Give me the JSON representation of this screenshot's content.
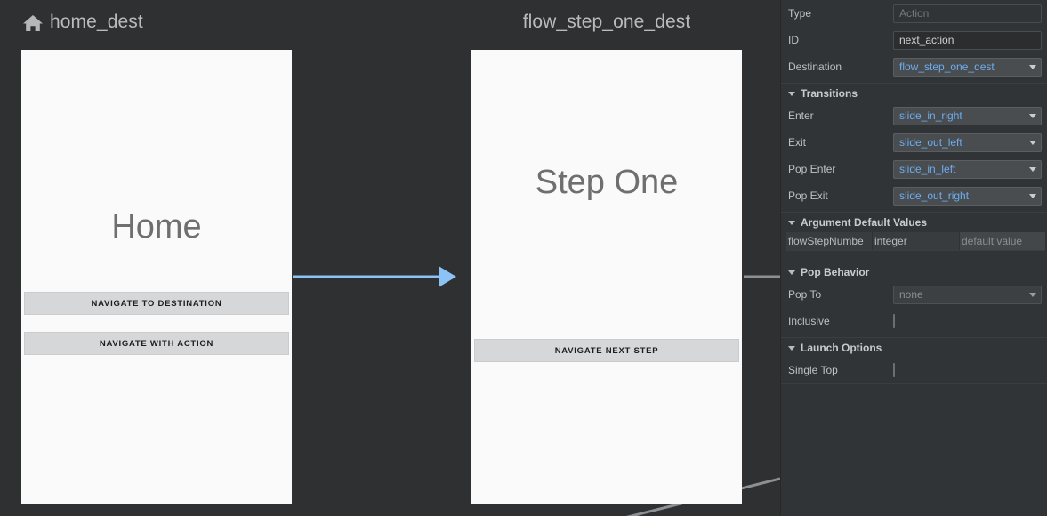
{
  "canvas": {
    "background_color": "#2e3032",
    "destinations": [
      {
        "id": "home_dest",
        "title": "home_dest",
        "has_home_icon": true,
        "icon": "home-icon",
        "screen_label": "Home",
        "buttons": [
          {
            "label": "NAVIGATE TO DESTINATION"
          },
          {
            "label": "NAVIGATE WITH ACTION"
          }
        ]
      },
      {
        "id": "flow_step_one_dest",
        "title": "flow_step_one_dest",
        "has_home_icon": false,
        "screen_label": "Step One",
        "buttons": [
          {
            "label": "NAVIGATE NEXT STEP"
          }
        ]
      }
    ],
    "edges": [
      {
        "name": "home-to-flow-step-one",
        "state": "selected",
        "color": "#8cc2f5"
      },
      {
        "name": "flow-step-one-outgoing-stub",
        "state": "normal",
        "color": "#8d9092"
      },
      {
        "name": "flow-step-one-outgoing-diagonal",
        "state": "normal",
        "color": "#8d9092"
      }
    ]
  },
  "panel": {
    "accent_color": "#6cadef",
    "type": {
      "label": "Type",
      "value": "",
      "placeholder": "Action"
    },
    "id": {
      "label": "ID",
      "value": "next_action",
      "placeholder": ""
    },
    "destination": {
      "label": "Destination",
      "value": "flow_step_one_dest"
    },
    "transitions": {
      "header": "Transitions",
      "rows": [
        {
          "label": "Enter",
          "value": "slide_in_right"
        },
        {
          "label": "Exit",
          "value": "slide_out_left"
        },
        {
          "label": "Pop Enter",
          "value": "slide_in_left"
        },
        {
          "label": "Pop Exit",
          "value": "slide_out_right"
        }
      ]
    },
    "arguments": {
      "header": "Argument Default Values",
      "rows": [
        {
          "name": "flowStepNumbe",
          "type": "integer",
          "default_value": "",
          "default_placeholder": "default value"
        }
      ]
    },
    "pop_behavior": {
      "header": "Pop Behavior",
      "pop_to": {
        "label": "Pop To",
        "value": "none"
      },
      "inclusive": {
        "label": "Inclusive",
        "checked": false
      }
    },
    "launch_options": {
      "header": "Launch Options",
      "single_top": {
        "label": "Single Top",
        "checked": false
      }
    }
  }
}
